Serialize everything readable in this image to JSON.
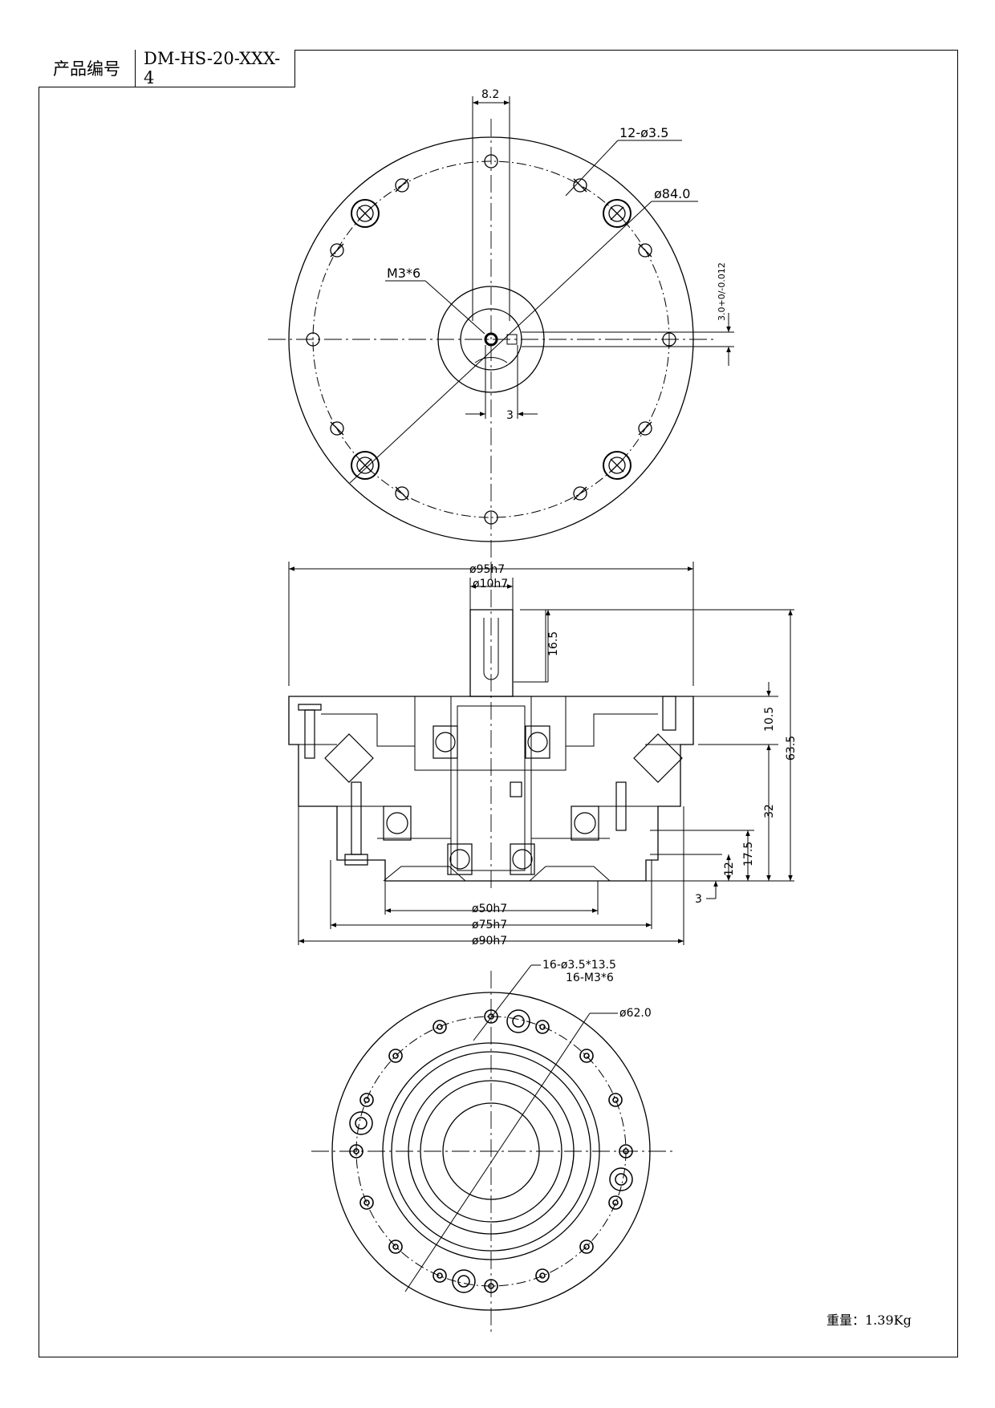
{
  "title_block": {
    "label": "产品编号",
    "value": "DM-HS-20-XXX-4"
  },
  "weight_note": "重量：1.39Kg",
  "top_view": {
    "keyway_width": "8.2",
    "holes": "12-ø3.5",
    "pcd": "ø84.0",
    "tap": "M3*6",
    "key_depth": "3",
    "key_tolerance": "3.0+0/-0.012"
  },
  "section_view": {
    "outer_dia": "ø95h7",
    "shaft_dia": "ø10h7",
    "shaft_length": "16.5",
    "flange_height": "10.5",
    "total_height": "63.5",
    "body_height": "32",
    "dim_17_5": "17.5",
    "dim_12": "12",
    "dim_3": "3",
    "dia_50": "ø50h7",
    "dia_75": "ø75h7",
    "dia_90": "ø90h7"
  },
  "bottom_view": {
    "holes_a": "16-ø3.5*13.5",
    "holes_b": "16-M3*6",
    "pcd": "ø62.0"
  }
}
